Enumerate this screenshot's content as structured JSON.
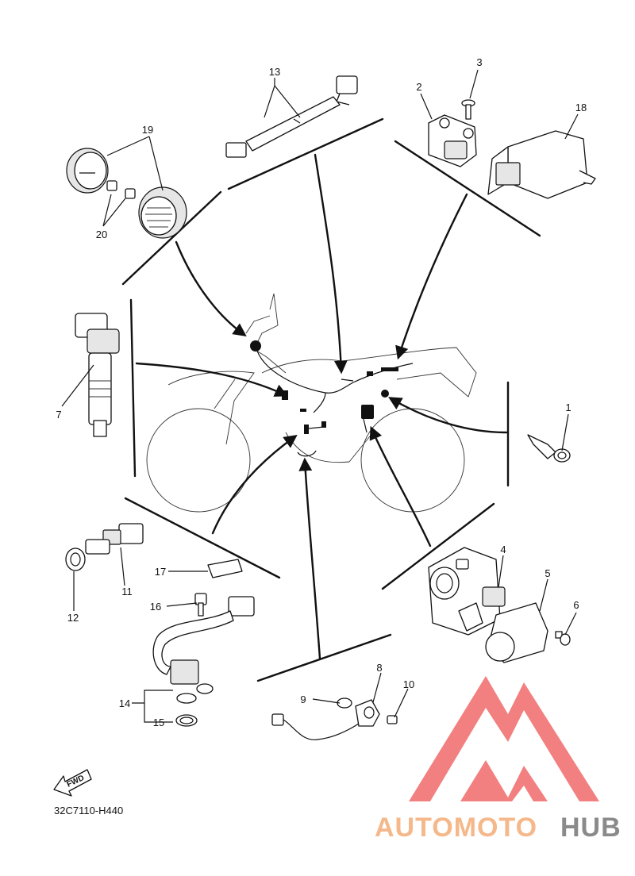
{
  "diagram": {
    "code": "32C7110-H440",
    "fwd_label": "FWD",
    "callouts": {
      "c1": "1",
      "c2": "2",
      "c3": "3",
      "c4": "4",
      "c5": "5",
      "c6": "6",
      "c7": "7",
      "c8": "8",
      "c9": "9",
      "c10": "10",
      "c11": "11",
      "c12": "12",
      "c13": "13",
      "c14": "14",
      "c15": "15",
      "c16": "16",
      "c17": "17",
      "c18": "18",
      "c19": "19",
      "c20": "20"
    }
  },
  "watermark": {
    "part1": "AUTOMOTO",
    "part2": "HUB",
    "color1": "#f5b88a",
    "color2": "#8a8a8a",
    "logo_color": "#f06a6a"
  }
}
